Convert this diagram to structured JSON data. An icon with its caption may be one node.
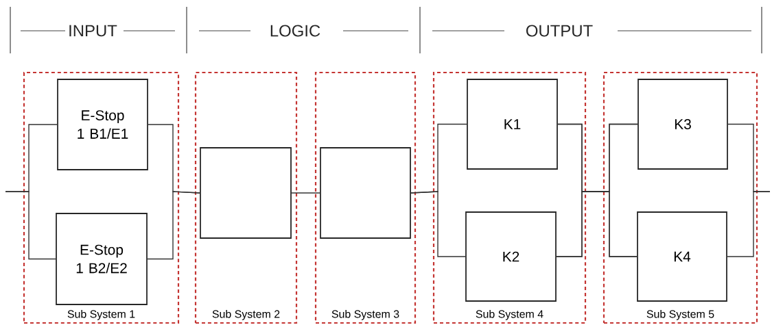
{
  "diagram": {
    "nodes": [
      {
        "text": [
          "Sub System 1"
        ]
      },
      {
        "text": [
          "E-Stop 1 B1/E1"
        ],
        "in": 0
      },
      {
        "text": [
          "E-Stop 1 B2/E2"
        ],
        "in": 0
      },
      {
        "text": [
          "Sub System 2"
        ]
      },
      {
        "text": [],
        "shape": "box",
        "in": 3
      },
      {
        "text": [
          "Sub System 3"
        ]
      },
      {
        "text": [],
        "shape": "box",
        "in": 5
      },
      {
        "text": [
          "Sub System 4"
        ]
      },
      {
        "text": [
          "K1"
        ],
        "in": 7
      },
      {
        "text": [
          "K2"
        ],
        "in": 7
      },
      {
        "text": [
          "Sub System 5"
        ]
      },
      {
        "text": [
          "K3"
        ],
        "in": 10
      },
      {
        "text": [
          "K4"
        ],
        "in": 10
      }
    ],
    "edges": [
      {
        "from": null,
        "to": 1,
        "arrow": "none"
      },
      {
        "from": null,
        "to": 2,
        "arrow": "none"
      },
      {
        "from": 1,
        "to": 4,
        "arrow": "none"
      },
      {
        "from": 2,
        "to": 4,
        "arrow": "none"
      },
      {
        "from": 4,
        "to": 6,
        "arrow": "none"
      },
      {
        "from": 6,
        "to": 8,
        "arrow": "none"
      },
      {
        "from": 6,
        "to": 9,
        "arrow": "none"
      },
      {
        "from": 8,
        "to": 11,
        "arrow": "none"
      },
      {
        "from": 8,
        "to": 12,
        "arrow": "none"
      },
      {
        "from": 9,
        "to": 11,
        "arrow": "none"
      },
      {
        "from": 9,
        "to": 12,
        "arrow": "none"
      },
      {
        "from": 11,
        "to": null,
        "arrow": "none"
      },
      {
        "from": 12,
        "to": null,
        "arrow": "none"
      }
    ],
    "labels": [
      "INPUT",
      "LOGIC",
      "OUTPUT"
    ]
  }
}
